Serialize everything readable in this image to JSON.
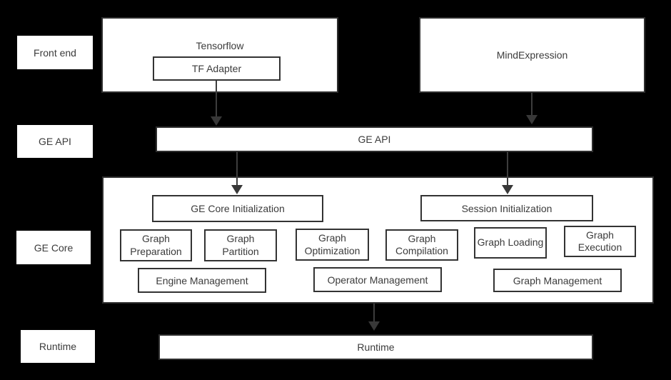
{
  "colors": {
    "background": "#000000",
    "box_fill": "#ffffff",
    "box_border": "#2e2e2e",
    "text": "#3b3b3b",
    "arrow": "#3d3d3d"
  },
  "rail": {
    "front_end": "Front end",
    "ge_api": "GE API",
    "ge_core": "GE Core",
    "runtime": "Runtime"
  },
  "frontend": {
    "tensorflow": "Tensorflow",
    "tf_adapter": "TF Adapter",
    "mind_expression": "MindExpression"
  },
  "api": {
    "label": "GE API"
  },
  "core": {
    "init": [
      "GE Core Initialization",
      "Session Initialization"
    ],
    "stages": [
      "Graph Preparation",
      "Graph Partition",
      "Graph Optimization",
      "Graph Compilation",
      "Graph Loading",
      "Graph Execution"
    ],
    "management": [
      "Engine Management",
      "Operator Management",
      "Graph Management"
    ]
  },
  "runtime": {
    "label": "Runtime"
  }
}
